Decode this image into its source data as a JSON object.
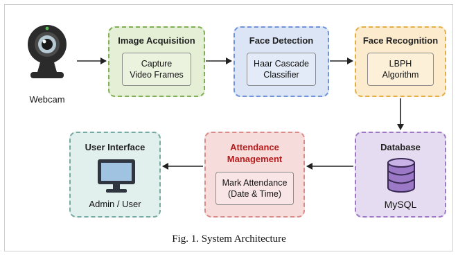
{
  "webcam": {
    "label": "Webcam",
    "icon": "webcam-icon"
  },
  "image_acquisition": {
    "title": "Image Acquisition",
    "inner": "Capture\nVideo Frames"
  },
  "face_detection": {
    "title": "Face Detection",
    "inner": "Haar Cascade\nClassifier"
  },
  "face_recognition": {
    "title": "Face Recognition",
    "inner": "LBPH\nAlgorithm"
  },
  "database": {
    "title": "Database",
    "label": "MySQL",
    "icon": "database-icon"
  },
  "attendance": {
    "title": "Attendance\nManagement",
    "inner": "Mark Attendance\n(Date & Time)"
  },
  "user_interface": {
    "title": "User Interface",
    "label": "Admin / User",
    "icon": "monitor-icon"
  },
  "caption": "Fig. 1. System Architecture",
  "colors": {
    "green": "#7fae55",
    "blue": "#6f93d6",
    "yellow": "#e3ae45",
    "purple": "#9d78c4",
    "red": "#d98a8a",
    "teal": "#77aaa3"
  }
}
